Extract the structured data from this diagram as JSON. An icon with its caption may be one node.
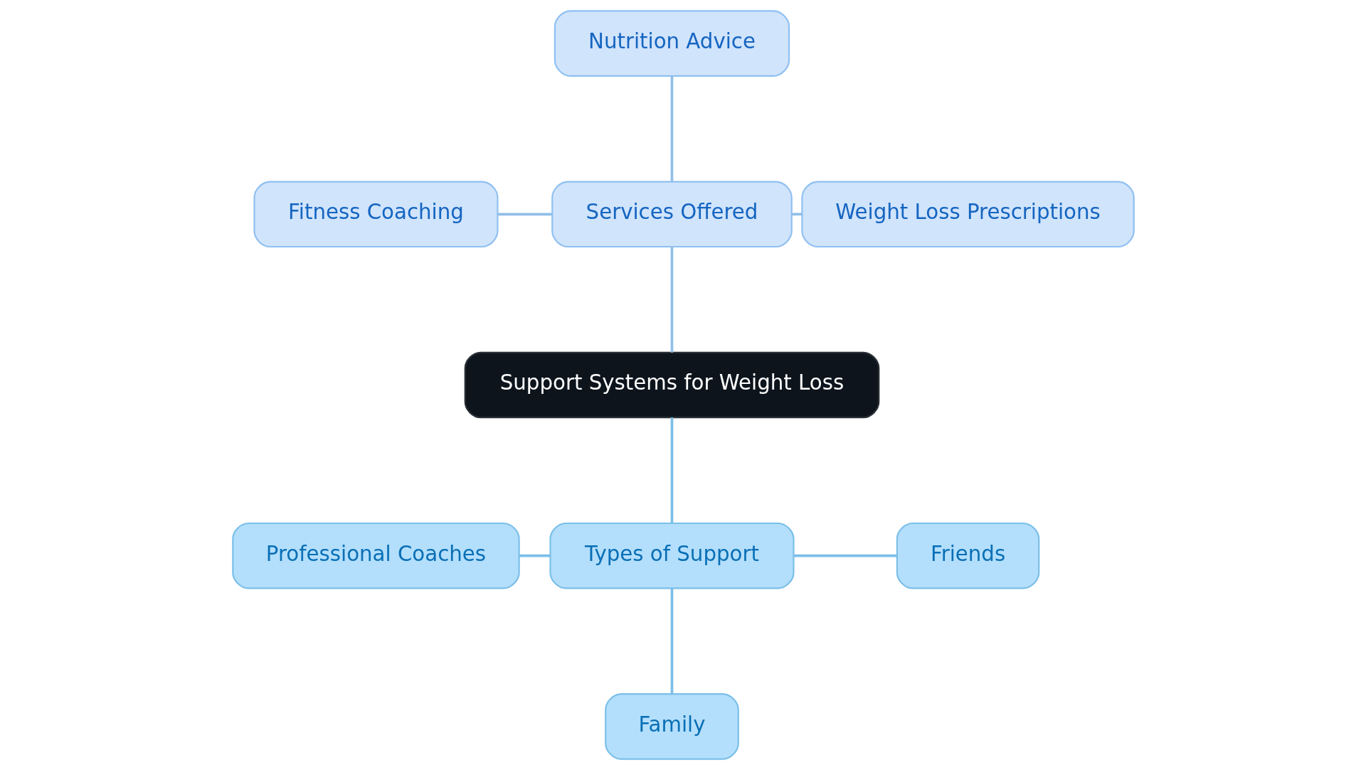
{
  "diagram": {
    "nodes": [
      {
        "text": [
          "Support Systems for Weight Loss"
        ]
      },
      {
        "text": [
          "Services Offered"
        ]
      },
      {
        "text": [
          "Weight Loss Prescriptions"
        ]
      },
      {
        "text": [
          "Nutrition Advice"
        ]
      },
      {
        "text": [
          "Fitness Coaching"
        ]
      },
      {
        "text": [
          "Types of Support"
        ]
      },
      {
        "text": [
          "Professional Coaches"
        ]
      },
      {
        "text": [
          "Family"
        ]
      },
      {
        "text": [
          "Friends"
        ]
      }
    ],
    "edges": [
      {
        "from": 0,
        "to": 1,
        "arrow": "none"
      },
      {
        "from": 1,
        "to": 2,
        "arrow": "none"
      },
      {
        "from": 1,
        "to": 3,
        "arrow": "none"
      },
      {
        "from": 1,
        "to": 4,
        "arrow": "none"
      },
      {
        "from": 0,
        "to": 5,
        "arrow": "none"
      },
      {
        "from": 5,
        "to": 6,
        "arrow": "none"
      },
      {
        "from": 5,
        "to": 7,
        "arrow": "none"
      },
      {
        "from": 5,
        "to": 8,
        "arrow": "none"
      }
    ]
  }
}
